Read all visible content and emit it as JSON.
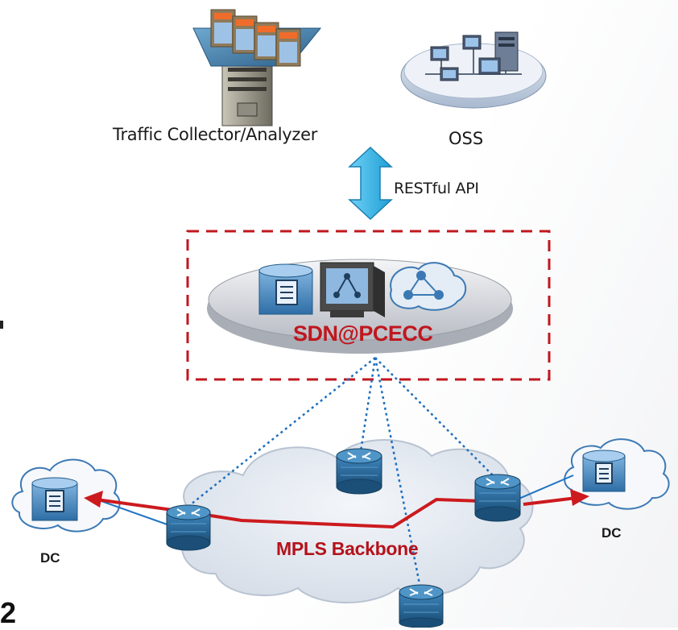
{
  "labels": {
    "traffic_collector": "Traffic Collector/Analyzer",
    "oss": "OSS",
    "restful_api": "RESTful  API",
    "controller": "SDN@PCECC",
    "backbone": "MPLS Backbone",
    "dc_left": "DC",
    "dc_right": "DC",
    "edge_glyph": "2"
  },
  "colors": {
    "controller_box_border": "#c0171e",
    "controller_label": "#c0171e",
    "backbone_label": "#b5121b",
    "traffic_path": "#cc1a1e",
    "control_links": "#1e6fbf",
    "api_arrow": "#35b6ea",
    "cloud_fill": "#e6ebf2",
    "router_fill": "#2a6d9c",
    "dc_link": "#1f73c4"
  },
  "icons": {
    "traffic_collector": "server-with-monitors-icon",
    "oss": "network-workstations-icon",
    "controller_db": "database-icon",
    "controller_monitor": "topology-monitor-icon",
    "controller_topology": "topology-cloud-icon",
    "router": "router-icon",
    "dc": "database-cloud-icon"
  }
}
